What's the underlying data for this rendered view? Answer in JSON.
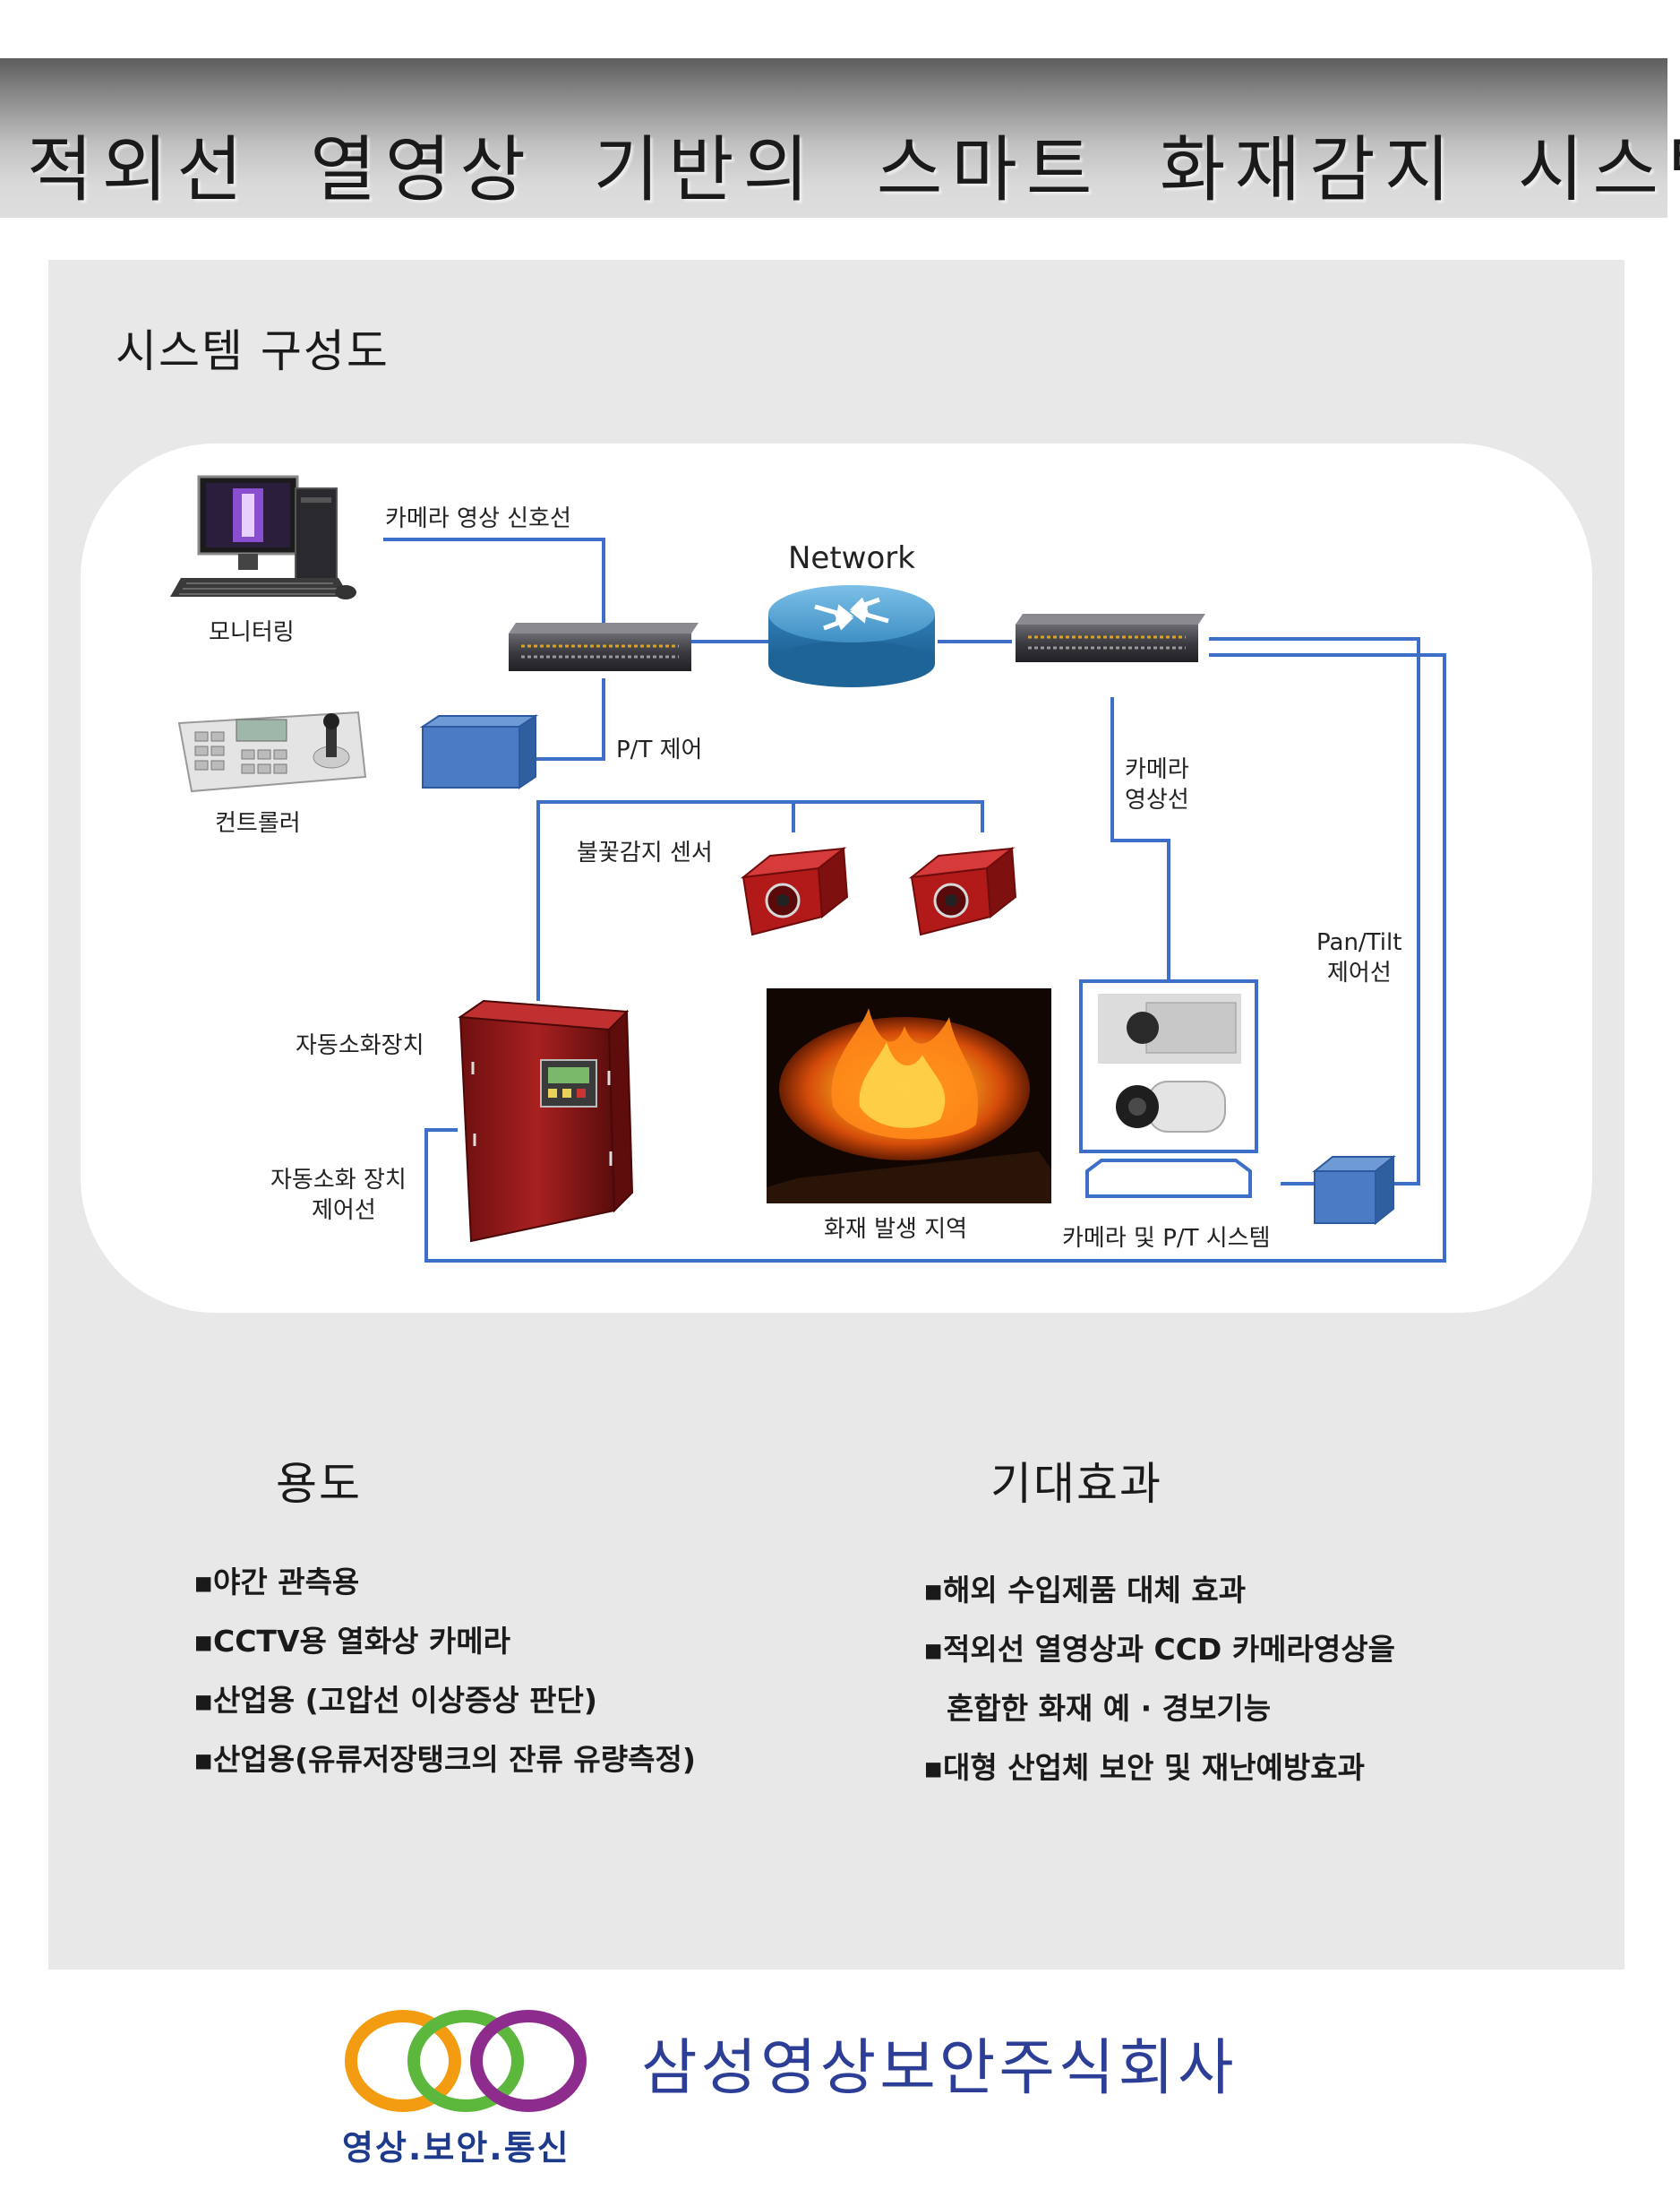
{
  "title": "적외선 열영상 기반의 스마트 화재감지 시스템",
  "diagram": {
    "heading": "시스템 구성도",
    "labels": {
      "camera_signal": "카메라 영상 신호선",
      "network": "Network",
      "monitoring": "모니터링",
      "pt_control": "P/T 제어",
      "controller": "컨트롤러",
      "camera_video_line_1": "카메라",
      "camera_video_line_2": "영상선",
      "flame_sensor": "불꽃감지 센서",
      "pan_tilt_1": "Pan/Tilt",
      "pan_tilt_2": "제어선",
      "auto_extinguisher": "자동소화장치",
      "auto_control_1": "자동소화 장치",
      "auto_control_2": "제어선",
      "fire_area": "화재 발생 지역",
      "camera_pt_system": "카메라 및 P/T 시스템"
    },
    "colors": {
      "line": "#3d6fc9",
      "box": "#4a7bc4",
      "sensor": "#b21a1a",
      "extinguisher": "#9a1c1c"
    }
  },
  "uses": {
    "heading": "용도",
    "items": [
      "야간 관측용",
      "CCTV용 열화상 카메라",
      "산업용 (고압선 이상증상 판단)",
      "산업용(유류저장탱크의 잔류 유량측정)"
    ]
  },
  "effects": {
    "heading": "기대효과",
    "items": [
      "해외 수입제품 대체 효과",
      "적외선 열영상과 CCD 카메라영상을",
      "혼합한 화재 예 · 경보기능",
      "대형 산업체  보안 및  재난예방효과"
    ]
  },
  "footer": {
    "logo_tagline": "영상.보안.통신",
    "company": "삼성영상보안주식회사",
    "logo_colors": [
      "#f39c12",
      "#5cb83c",
      "#8e2c8e"
    ]
  }
}
